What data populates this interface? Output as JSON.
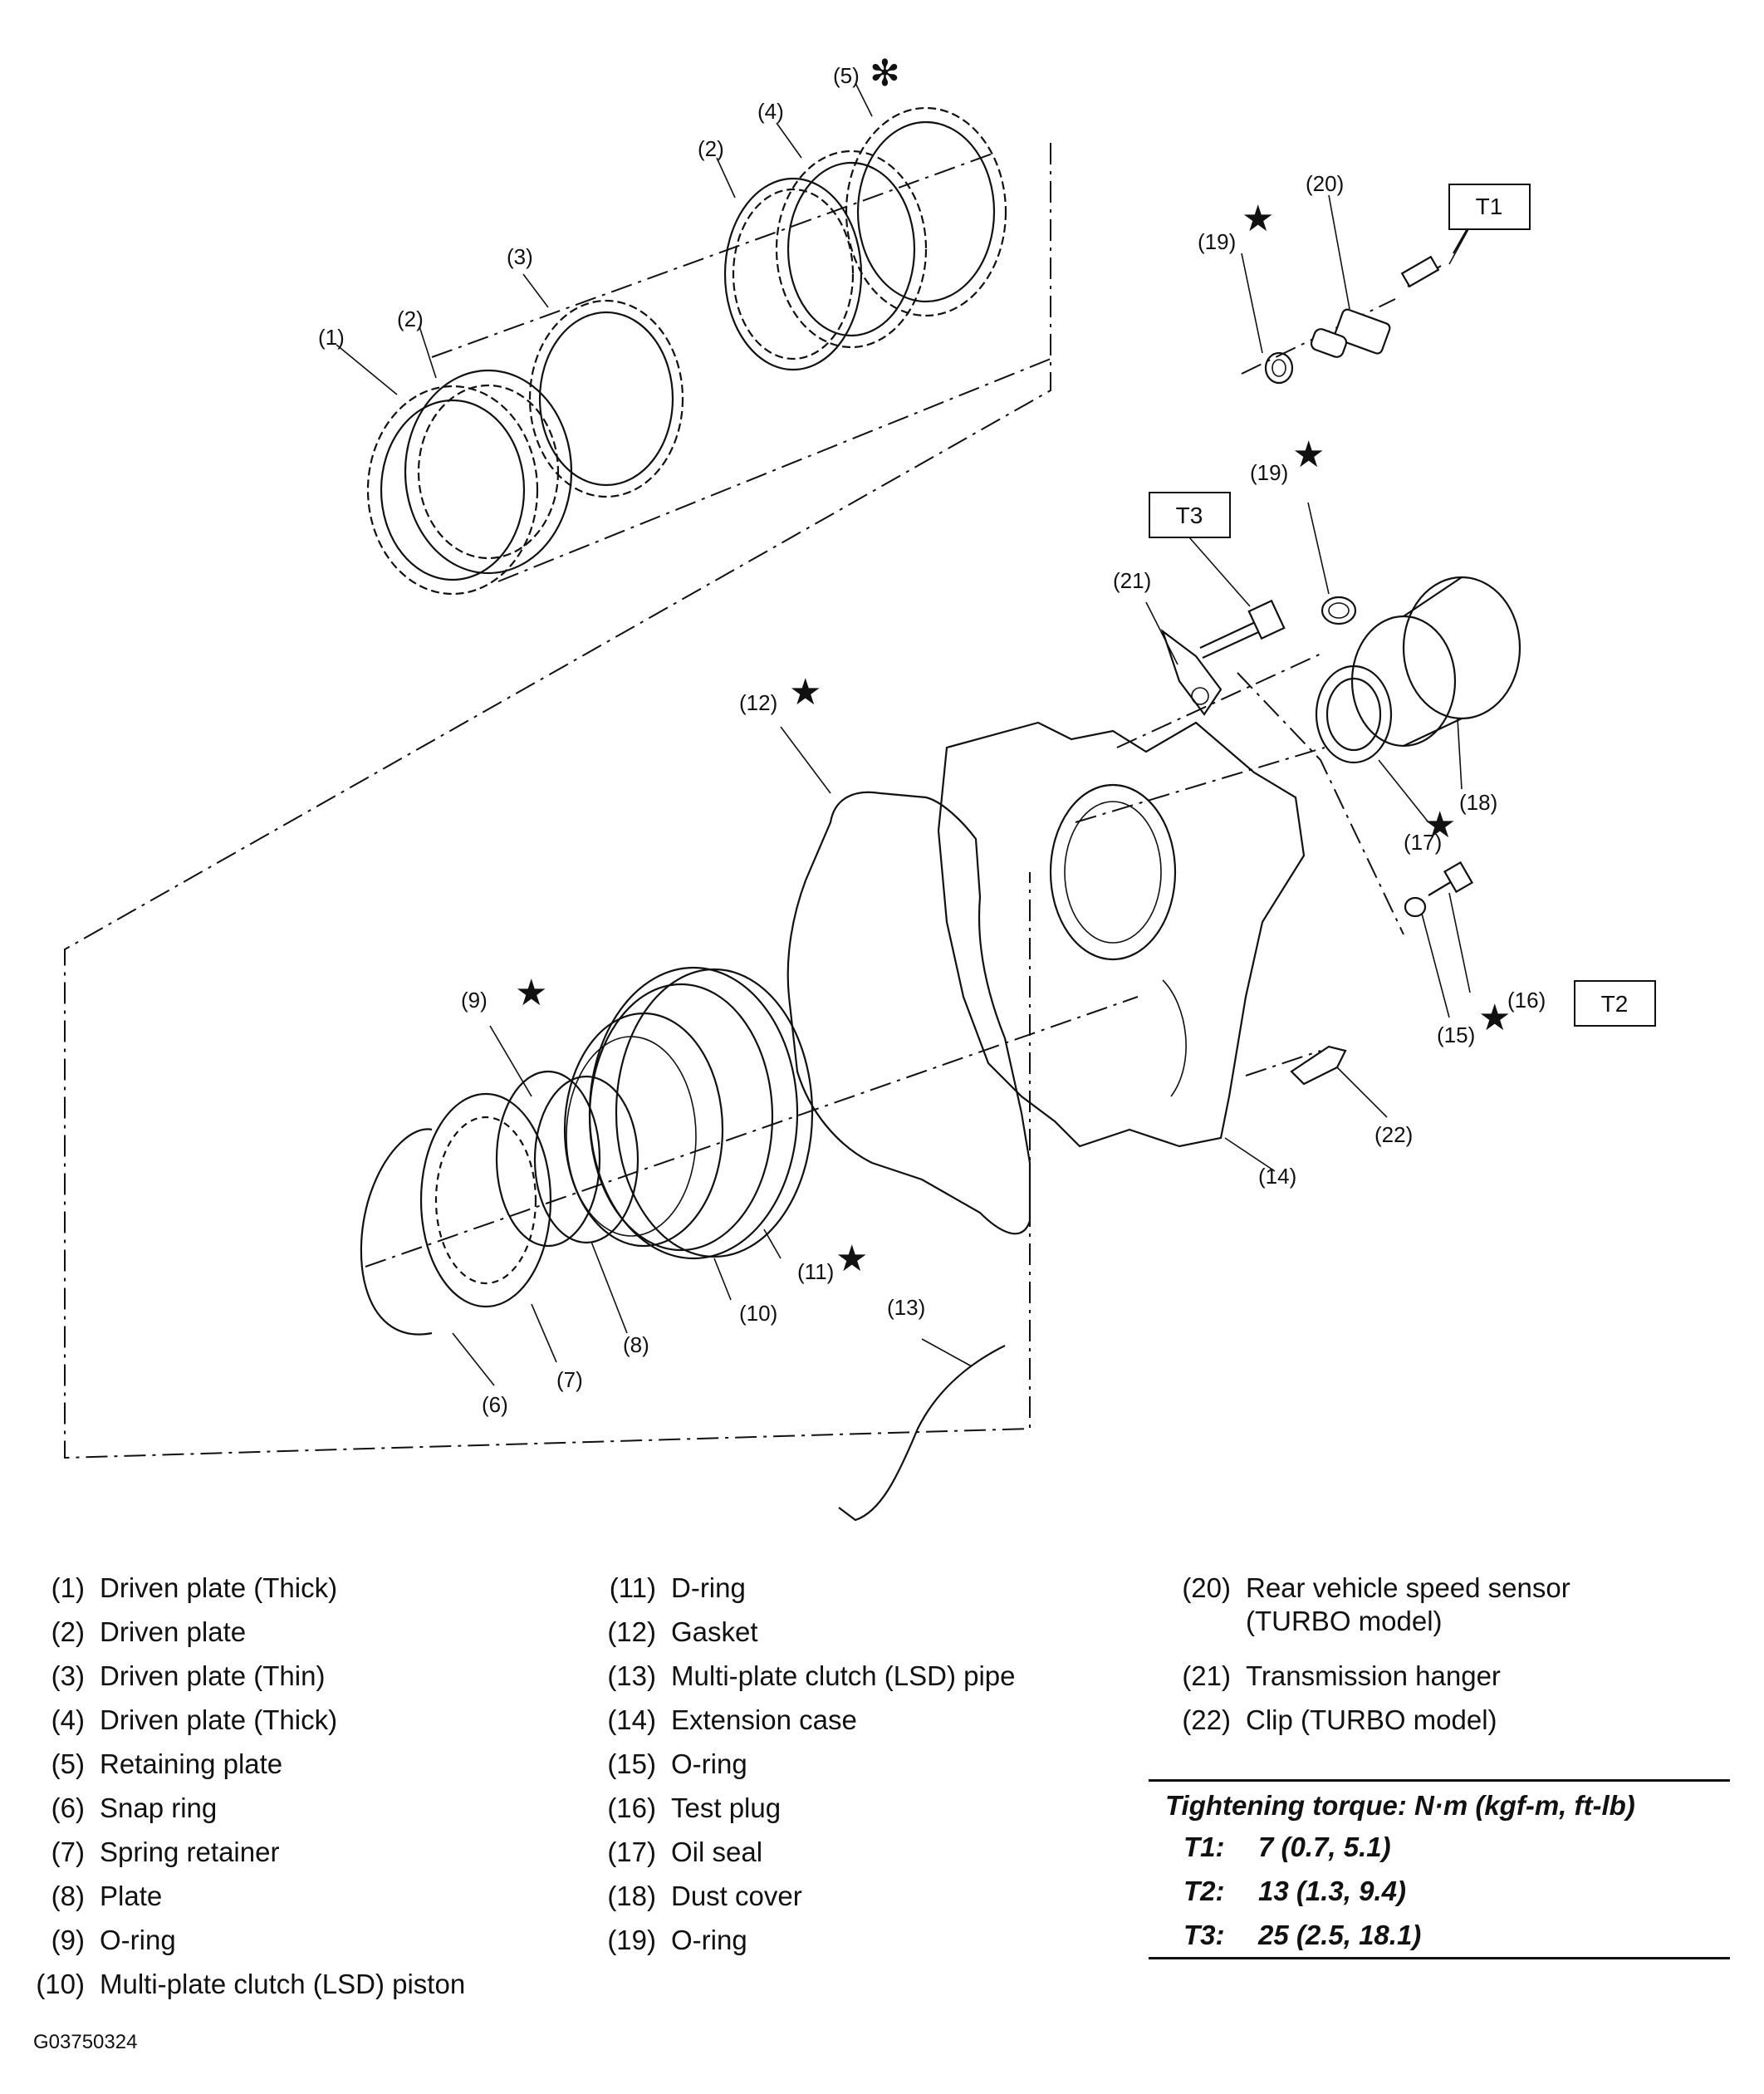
{
  "callouts": {
    "p1": "(1)",
    "p2a": "(2)",
    "p2b": "(2)",
    "p3": "(3)",
    "p4": "(4)",
    "p5": "(5)",
    "p6": "(6)",
    "p7": "(7)",
    "p8": "(8)",
    "p9": "(9)",
    "p10": "(10)",
    "p11": "(11)",
    "p12": "(12)",
    "p13": "(13)",
    "p14": "(14)",
    "p15": "(15)",
    "p16": "(16)",
    "p17": "(17)",
    "p18": "(18)",
    "p19a": "(19)",
    "p19b": "(19)",
    "p20": "(20)",
    "p21": "(21)",
    "p22": "(22)"
  },
  "symbols": {
    "star": "★",
    "asterisk": "✻"
  },
  "torque_boxes": {
    "t1": "T1",
    "t2": "T2",
    "t3": "T3"
  },
  "legend": {
    "col1": [
      {
        "num": "(1)",
        "text": "Driven plate (Thick)"
      },
      {
        "num": "(2)",
        "text": "Driven plate"
      },
      {
        "num": "(3)",
        "text": "Driven plate (Thin)"
      },
      {
        "num": "(4)",
        "text": "Driven plate (Thick)"
      },
      {
        "num": "(5)",
        "text": "Retaining plate"
      },
      {
        "num": "(6)",
        "text": "Snap ring"
      },
      {
        "num": "(7)",
        "text": "Spring retainer"
      },
      {
        "num": "(8)",
        "text": "Plate"
      },
      {
        "num": "(9)",
        "text": "O-ring"
      },
      {
        "num": "(10)",
        "text": "Multi-plate clutch (LSD) piston"
      }
    ],
    "col2": [
      {
        "num": "(11)",
        "text": "D-ring"
      },
      {
        "num": "(12)",
        "text": "Gasket"
      },
      {
        "num": "(13)",
        "text": "Multi-plate clutch (LSD) pipe"
      },
      {
        "num": "(14)",
        "text": "Extension case"
      },
      {
        "num": "(15)",
        "text": "O-ring"
      },
      {
        "num": "(16)",
        "text": "Test plug"
      },
      {
        "num": "(17)",
        "text": "Oil seal"
      },
      {
        "num": "(18)",
        "text": "Dust cover"
      },
      {
        "num": "(19)",
        "text": "O-ring"
      }
    ],
    "col3": [
      {
        "num": "(20)",
        "text": "Rear vehicle speed sensor",
        "text2": "(TURBO model)"
      },
      {
        "num": "(21)",
        "text": "Transmission hanger"
      },
      {
        "num": "(22)",
        "text": "Clip (TURBO model)"
      }
    ]
  },
  "torque": {
    "heading": "Tightening torque: N·m (kgf-m, ft-lb)",
    "rows": [
      {
        "key": "T1:",
        "value": "7 (0.7, 5.1)"
      },
      {
        "key": "T2:",
        "value": "13 (1.3, 9.4)"
      },
      {
        "key": "T3:",
        "value": "25 (2.5, 18.1)"
      }
    ]
  },
  "figure_code": "G03750324"
}
